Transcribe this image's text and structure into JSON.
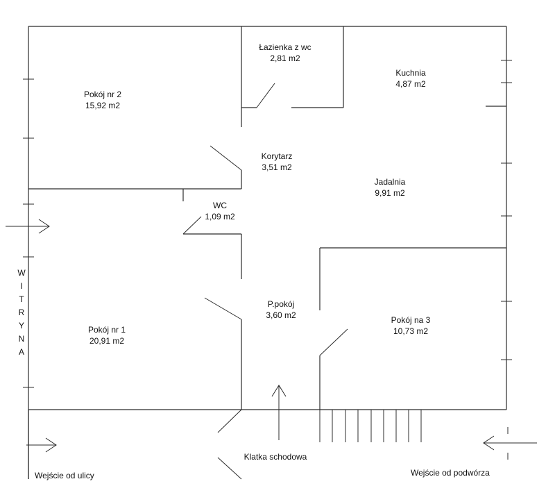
{
  "rooms": [
    {
      "key": "lazienka",
      "name": "Łazienka z wc",
      "area": "2,81 m2"
    },
    {
      "key": "kuchnia",
      "name": "Kuchnia",
      "area": "4,87 m2"
    },
    {
      "key": "pokoj2",
      "name": "Pokój nr 2",
      "area": "15,92 m2"
    },
    {
      "key": "korytarz",
      "name": "Korytarz",
      "area": "3,51 m2"
    },
    {
      "key": "jadalnia",
      "name": "Jadalnia",
      "area": "9,91 m2"
    },
    {
      "key": "wc",
      "name": "WC",
      "area": "1,09 m2"
    },
    {
      "key": "ppokoj",
      "name": "P.pokój",
      "area": "3,60 m2"
    },
    {
      "key": "pokoj3",
      "name": "Pokój na 3",
      "area": "10,73 m2"
    },
    {
      "key": "pokoj1",
      "name": "Pokój nr 1",
      "area": "20,91 m2"
    }
  ],
  "labels": {
    "staircase": "Klatka schodowa",
    "street_entrance": "Wejście od ulicy",
    "yard_entrance": "Wejście od podwórza",
    "shop_window_letters": [
      "W",
      "I",
      "T",
      "R",
      "Y",
      "N",
      "A"
    ]
  }
}
